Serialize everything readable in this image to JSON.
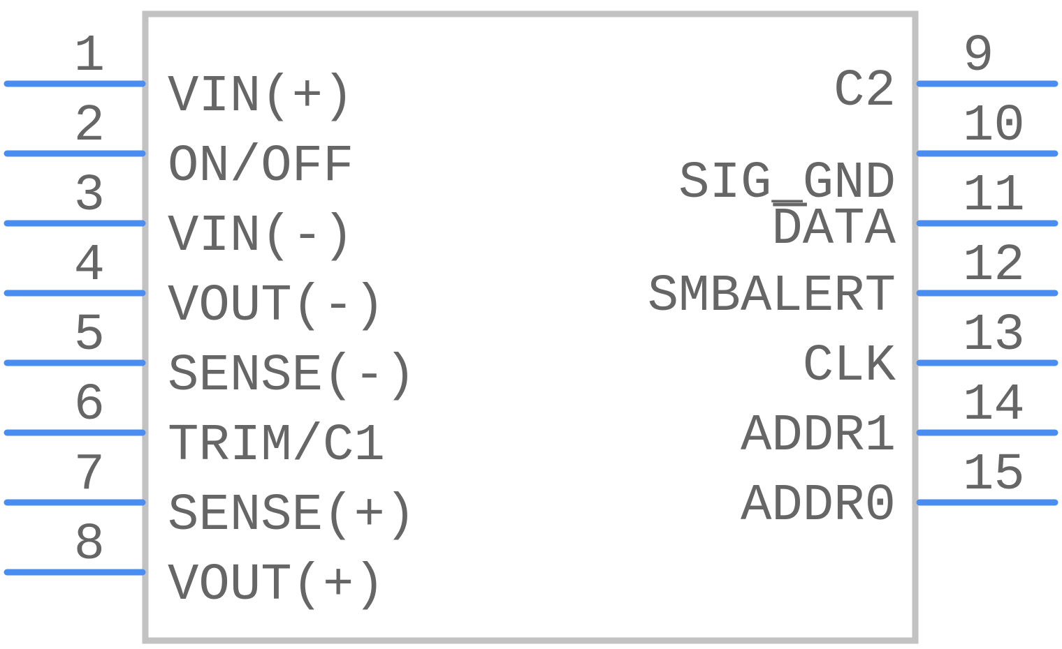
{
  "colors": {
    "pin_line": "#4a8df0",
    "body_outline": "#c2c2c2",
    "text": "#666666",
    "background": "#ffffff"
  },
  "left_pins": [
    {
      "number": "1",
      "name": "VIN(+)"
    },
    {
      "number": "2",
      "name": "ON/OFF"
    },
    {
      "number": "3",
      "name": "VIN(-)"
    },
    {
      "number": "4",
      "name": "VOUT(-)"
    },
    {
      "number": "5",
      "name": "SENSE(-)"
    },
    {
      "number": "6",
      "name": "TRIM/C1"
    },
    {
      "number": "7",
      "name": "SENSE(+)"
    },
    {
      "number": "8",
      "name": "VOUT(+)"
    }
  ],
  "right_pins": [
    {
      "number": "9",
      "name": "C2"
    },
    {
      "number": "10",
      "name": "SIG_GND"
    },
    {
      "number": "11",
      "name": "DATA",
      "overbar": true
    },
    {
      "number": "12",
      "name": "SMBALERT"
    },
    {
      "number": "13",
      "name": "CLK"
    },
    {
      "number": "14",
      "name": "ADDR1"
    },
    {
      "number": "15",
      "name": "ADDR0"
    }
  ]
}
